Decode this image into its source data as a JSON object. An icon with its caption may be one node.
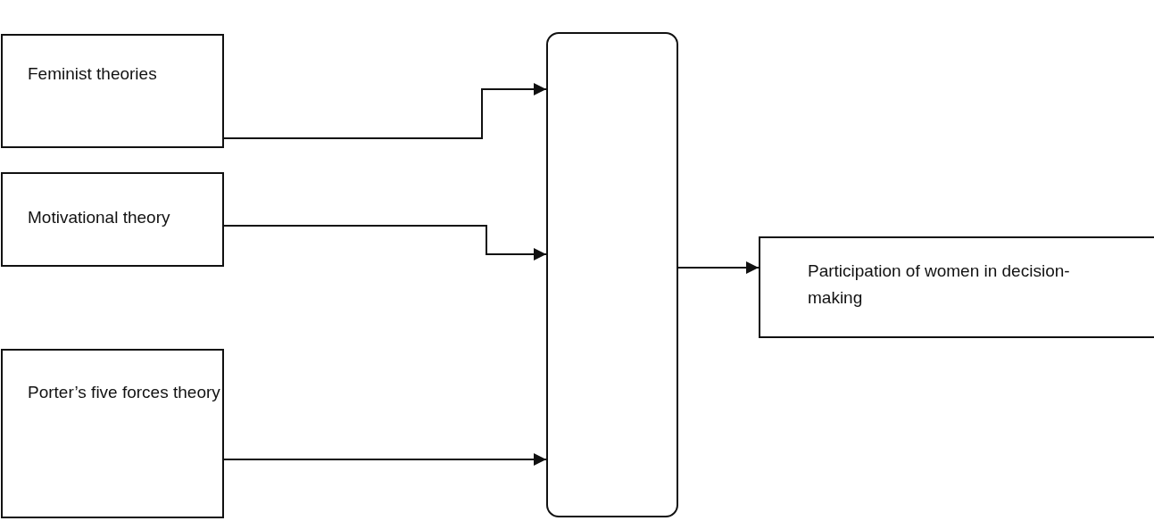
{
  "diagram": {
    "nodes": [
      {
        "text": [
          "Feminist theories"
        ]
      },
      {
        "text": [
          "Motivational theory"
        ]
      },
      {
        "text": [
          "Porter’s five forces theory"
        ]
      },
      {
        "text": [],
        "shape": "box"
      },
      {
        "text": [
          "Participation of women in decision-making"
        ]
      }
    ],
    "edges": [
      {
        "from": 0,
        "to": 3,
        "arrow": "to"
      },
      {
        "from": 1,
        "to": 3,
        "arrow": "to"
      },
      {
        "from": 2,
        "to": 3,
        "arrow": "to"
      },
      {
        "from": 3,
        "to": 4,
        "arrow": "to"
      }
    ]
  }
}
